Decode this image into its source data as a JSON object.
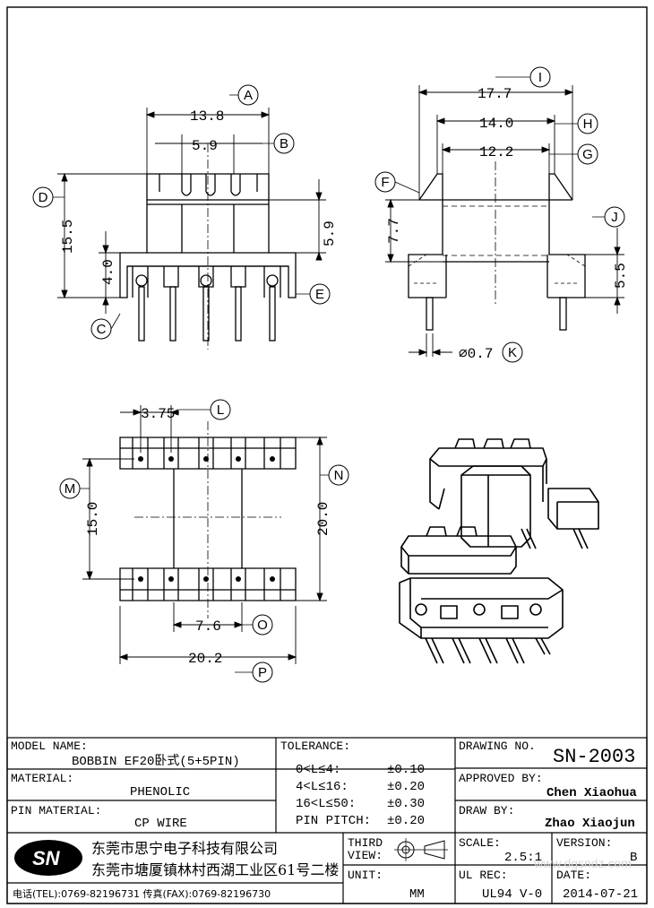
{
  "views": {
    "front": {
      "dims": {
        "A": "13.8",
        "B": "5.9",
        "D": "15.5",
        "E": "5.9",
        "C": "4.0"
      }
    },
    "side": {
      "dims": {
        "I": "17.7",
        "H": "14.0",
        "G": "12.2",
        "F": "7.7",
        "J": "5.5",
        "K": "⌀0.7"
      }
    },
    "bottom": {
      "dims": {
        "L": "3.75",
        "M": "15.0",
        "N": "20.0",
        "O": "7.6",
        "P": "20.2"
      }
    }
  },
  "callouts": [
    "A",
    "B",
    "C",
    "D",
    "E",
    "F",
    "G",
    "H",
    "I",
    "J",
    "K",
    "L",
    "M",
    "N",
    "O",
    "P"
  ],
  "title_block": {
    "model_name_label": "MODEL NAME:",
    "model_name_value": "BOBBIN EF20卧式(5+5PIN)",
    "material_label": "MATERIAL:",
    "material_value": "PHENOLIC",
    "pin_material_label": "PIN MATERIAL:",
    "pin_material_value": "CP WIRE",
    "tolerance_label": "TOLERANCE:",
    "tolerances": [
      {
        "range": "0<L≤4:",
        "value": "±0.10"
      },
      {
        "range": "4<L≤16:",
        "value": "±0.20"
      },
      {
        "range": "16<L≤50:",
        "value": "±0.30"
      },
      {
        "range": "PIN PITCH:",
        "value": "±0.20"
      }
    ],
    "drawing_no_label": "DRAWING NO.",
    "drawing_no_value": "SN-2003",
    "approved_by_label": "APPROVED BY:",
    "approved_by_value": "Chen Xiaohua",
    "draw_by_label": "DRAW BY:",
    "draw_by_value": "Zhao Xiaojun",
    "logo_text": "SN",
    "company_name": "东莞市思宁电子科技有限公司",
    "company_address": "东莞市塘厦镇林村西湖工业区61号二楼",
    "company_contact": "电话(TEL):0769-82196731    传真(FAX):0769-82196730",
    "third_view_label_1": "THIRD",
    "third_view_label_2": "VIEW:",
    "unit_label": "UNIT:",
    "unit_value": "MM",
    "scale_label": "SCALE:",
    "scale_value": "2.5:1",
    "version_label": "VERSION:",
    "version_value": "B",
    "ul_rec_label": "UL REC:",
    "ul_rec_value": "UL94 V-0",
    "date_label": "DATE:",
    "date_value": "2014-07-21",
    "watermark": "www.dgsndz.com"
  }
}
